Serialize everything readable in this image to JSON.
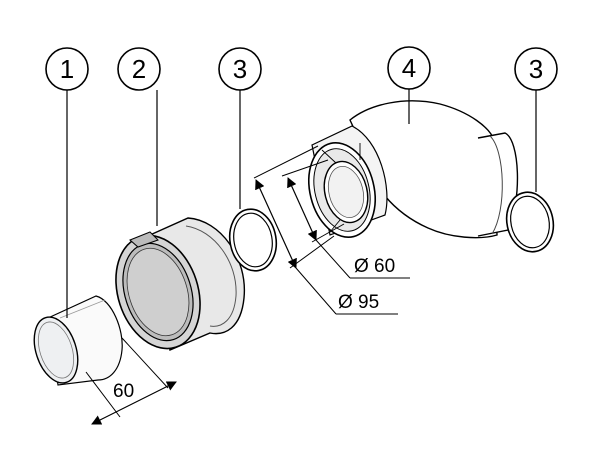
{
  "callouts": [
    {
      "label": "1"
    },
    {
      "label": "2"
    },
    {
      "label": "3"
    },
    {
      "label": "4"
    },
    {
      "label": "3"
    }
  ],
  "dimensions": {
    "pipe_length": "60",
    "inner_diameter": "Ø 60",
    "outer_diameter": "Ø 95"
  }
}
